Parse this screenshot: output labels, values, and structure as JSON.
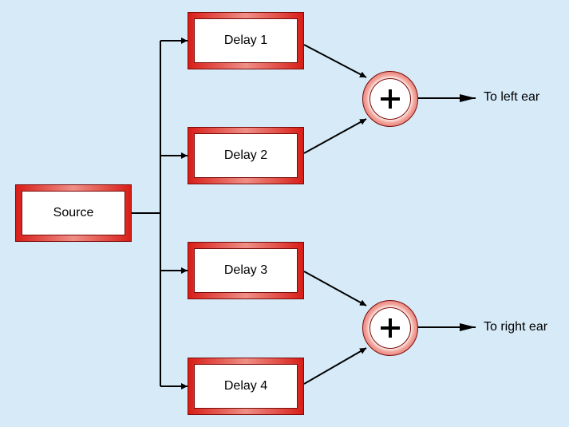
{
  "diagram": {
    "source_label": "Source",
    "delays": [
      "Delay 1",
      "Delay 2",
      "Delay 3",
      "Delay 4"
    ],
    "outputs": {
      "left": "To left ear",
      "right": "To right ear"
    },
    "icons": {
      "summer": "plus-icon"
    },
    "colors": {
      "background": "#d6eaf8",
      "box_frame": "#d81e18",
      "line": "#000000"
    }
  }
}
